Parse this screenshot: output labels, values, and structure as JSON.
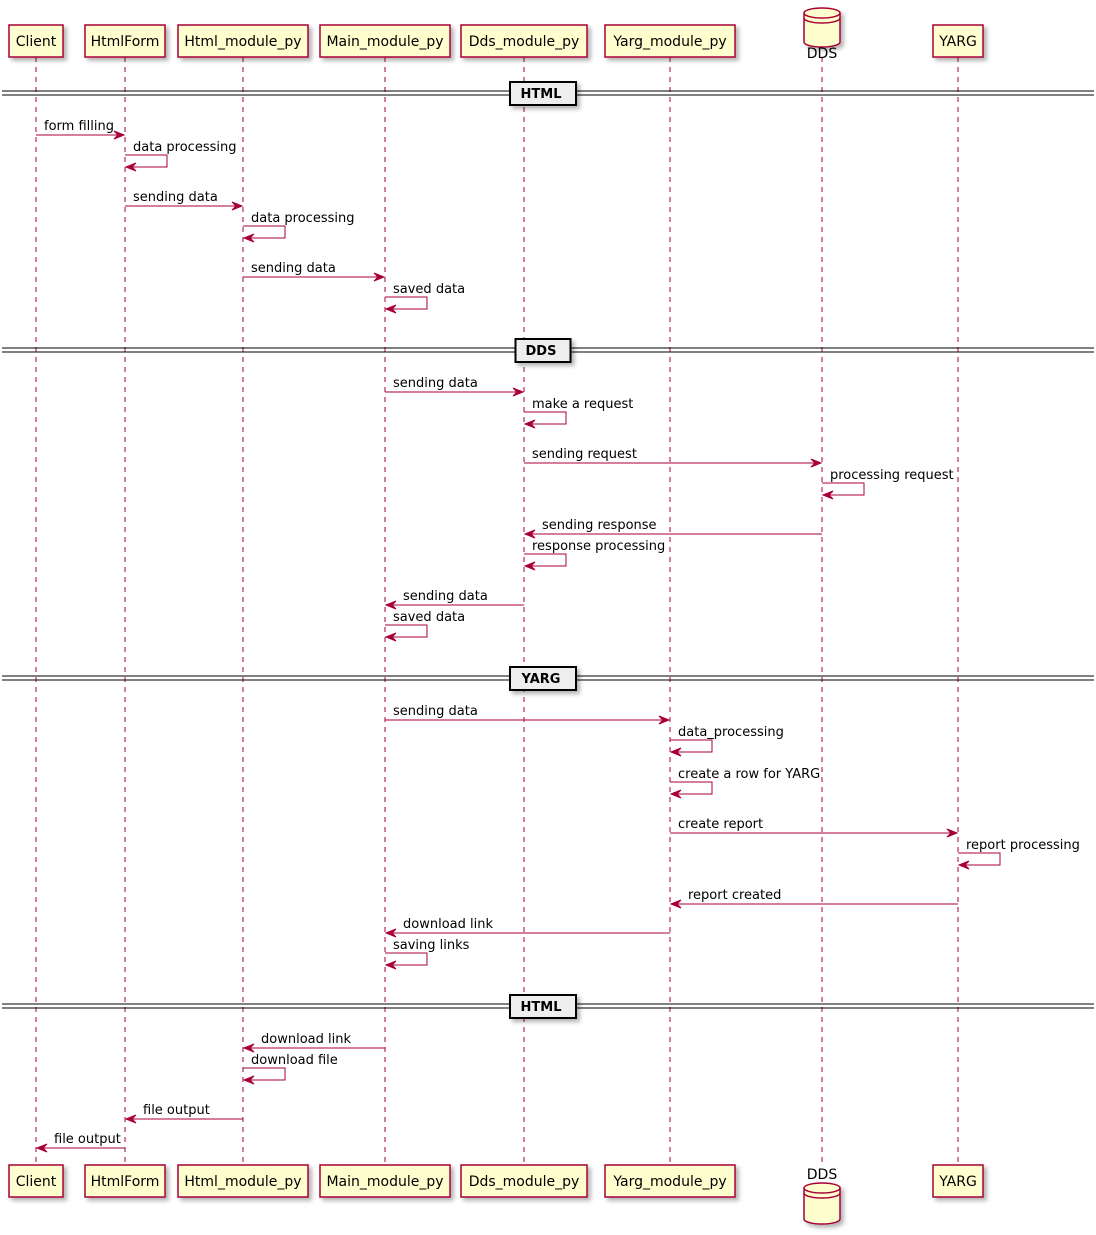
{
  "participants": [
    {
      "id": "client",
      "label": "Client",
      "kind": "box"
    },
    {
      "id": "htmlform",
      "label": "HtmlForm",
      "kind": "box"
    },
    {
      "id": "html_module",
      "label": "Html_module_py",
      "kind": "box"
    },
    {
      "id": "main_module",
      "label": "Main_module_py",
      "kind": "box"
    },
    {
      "id": "dds_module",
      "label": "Dds_module_py",
      "kind": "box"
    },
    {
      "id": "yarg_module",
      "label": "Yarg_module_py",
      "kind": "box"
    },
    {
      "id": "dds",
      "label": "DDS",
      "kind": "database"
    },
    {
      "id": "yarg",
      "label": "YARG",
      "kind": "box"
    }
  ],
  "dividers": [
    {
      "label": "HTML"
    },
    {
      "label": "DDS"
    },
    {
      "label": "YARG"
    },
    {
      "label": "HTML"
    }
  ],
  "messages": [
    {
      "from": "client",
      "to": "htmlform",
      "label": "form filling"
    },
    {
      "from": "htmlform",
      "to": "htmlform",
      "label": "data processing"
    },
    {
      "from": "htmlform",
      "to": "html_module",
      "label": "sending data"
    },
    {
      "from": "html_module",
      "to": "html_module",
      "label": "data processing"
    },
    {
      "from": "html_module",
      "to": "main_module",
      "label": "sending data"
    },
    {
      "from": "main_module",
      "to": "main_module",
      "label": "saved data"
    },
    {
      "from": "main_module",
      "to": "dds_module",
      "label": "sending data"
    },
    {
      "from": "dds_module",
      "to": "dds_module",
      "label": "make a request"
    },
    {
      "from": "dds_module",
      "to": "dds",
      "label": "sending request"
    },
    {
      "from": "dds",
      "to": "dds",
      "label": "processing request"
    },
    {
      "from": "dds",
      "to": "dds_module",
      "label": "sending response"
    },
    {
      "from": "dds_module",
      "to": "dds_module",
      "label": "response processing"
    },
    {
      "from": "dds_module",
      "to": "main_module",
      "label": "sending data"
    },
    {
      "from": "main_module",
      "to": "main_module",
      "label": "saved data"
    },
    {
      "from": "main_module",
      "to": "yarg_module",
      "label": "sending data"
    },
    {
      "from": "yarg_module",
      "to": "yarg_module",
      "label": "data_processing"
    },
    {
      "from": "yarg_module",
      "to": "yarg_module",
      "label": "create a row for YARG"
    },
    {
      "from": "yarg_module",
      "to": "yarg",
      "label": "create report"
    },
    {
      "from": "yarg",
      "to": "yarg",
      "label": "report processing"
    },
    {
      "from": "yarg",
      "to": "yarg_module",
      "label": "report created"
    },
    {
      "from": "yarg_module",
      "to": "main_module",
      "label": "download link"
    },
    {
      "from": "main_module",
      "to": "main_module",
      "label": "saving links"
    },
    {
      "from": "main_module",
      "to": "html_module",
      "label": "download link"
    },
    {
      "from": "html_module",
      "to": "html_module",
      "label": "download file"
    },
    {
      "from": "html_module",
      "to": "htmlform",
      "label": "file output"
    },
    {
      "from": "htmlform",
      "to": "client",
      "label": "file output"
    }
  ],
  "colors": {
    "participant_fill": "#FEFECE",
    "participant_border": "#A80036",
    "arrow": "#A80036",
    "lifeline": "#A80036",
    "divider_fill": "#EEEEEE",
    "divider_border": "#000000"
  }
}
